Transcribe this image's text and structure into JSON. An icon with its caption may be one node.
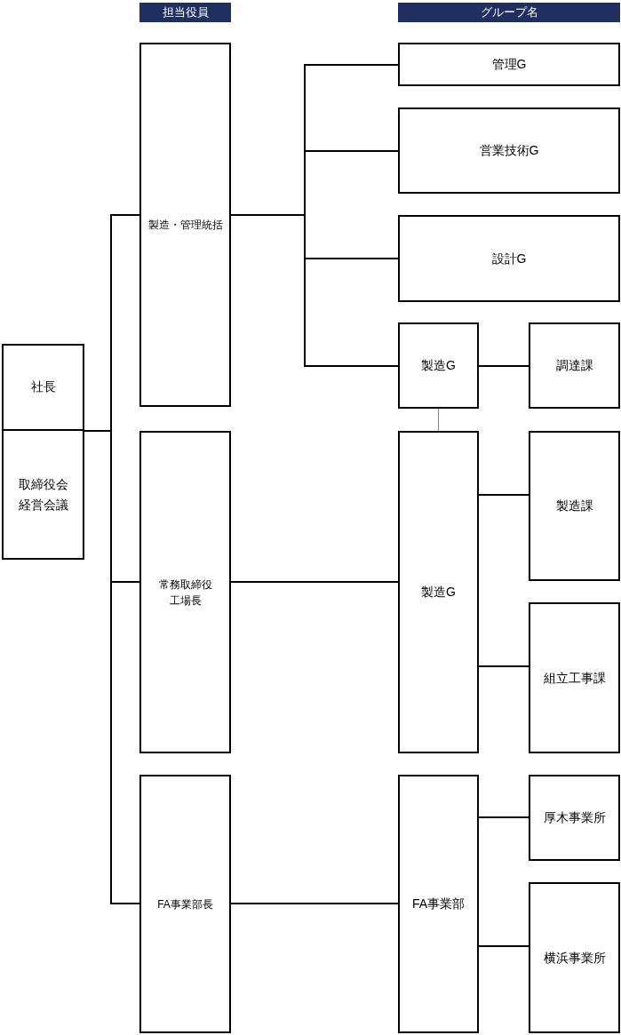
{
  "diagram": {
    "nodes": [
      {
        "text": [
          "担当役員"
        ]
      },
      {
        "text": [
          "グループ名"
        ]
      },
      {
        "text": [
          "社長",
          "取締役会経営会議"
        ]
      },
      {
        "text": [
          "製造・管理統括"
        ]
      },
      {
        "text": [
          "常務取締役工場長"
        ]
      },
      {
        "text": [
          "FA事業部長"
        ]
      },
      {
        "text": [
          "管理G"
        ]
      },
      {
        "text": [
          "営業技術G"
        ]
      },
      {
        "text": [
          "設計G"
        ]
      },
      {
        "text": [
          "製造G"
        ]
      },
      {
        "text": [
          "調達課"
        ]
      },
      {
        "text": [
          "製造G"
        ]
      },
      {
        "text": [
          "製造課"
        ]
      },
      {
        "text": [
          "組立工事課"
        ]
      },
      {
        "text": [
          "FA事業部"
        ]
      },
      {
        "text": [
          "厚木事業所"
        ]
      },
      {
        "text": [
          "横浜事業所"
        ]
      }
    ],
    "edges": [
      {
        "from": 2,
        "to": 3,
        "arrow": "none"
      },
      {
        "from": 2,
        "to": 4,
        "arrow": "none"
      },
      {
        "from": 2,
        "to": 5,
        "arrow": "none"
      },
      {
        "from": 3,
        "to": 6,
        "arrow": "none"
      },
      {
        "from": 3,
        "to": 7,
        "arrow": "none"
      },
      {
        "from": 3,
        "to": 8,
        "arrow": "none"
      },
      {
        "from": 3,
        "to": 9,
        "arrow": "none"
      },
      {
        "from": 9,
        "to": 10,
        "arrow": "none"
      },
      {
        "from": 9,
        "to": 11,
        "arrow": "none",
        "color": "#888888"
      },
      {
        "from": 4,
        "to": 11,
        "arrow": "none"
      },
      {
        "from": 11,
        "to": 12,
        "arrow": "none"
      },
      {
        "from": 11,
        "to": 13,
        "arrow": "none"
      },
      {
        "from": 5,
        "to": 14,
        "arrow": "none"
      },
      {
        "from": 14,
        "to": 15,
        "arrow": "none"
      },
      {
        "from": 14,
        "to": 16,
        "arrow": "none"
      }
    ]
  }
}
